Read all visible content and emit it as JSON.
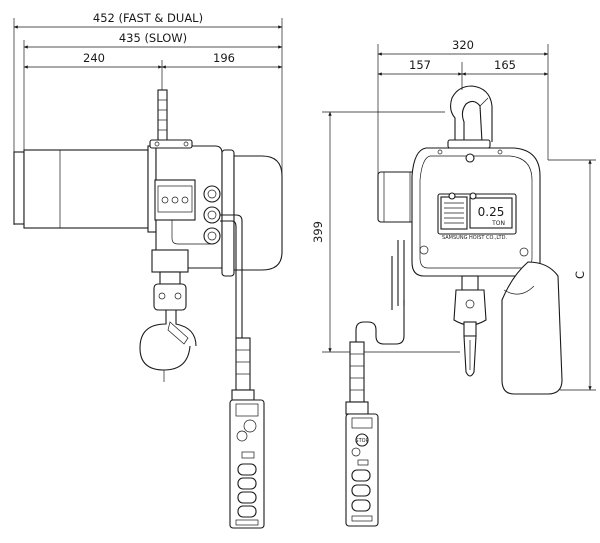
{
  "dimensions": {
    "fast_dual": "452 (FAST & DUAL)",
    "slow": "435 (SLOW)",
    "left_part": "240",
    "right_part": "196",
    "width_total": "320",
    "width_left": "157",
    "width_right": "165",
    "height": "399",
    "height_var": "C"
  },
  "nameplate": {
    "capacity": "0.25",
    "unit": "TON",
    "maker": "SAMSUNG HOIST CO.,LTD."
  },
  "pendant": {
    "top_label": "STOP"
  }
}
